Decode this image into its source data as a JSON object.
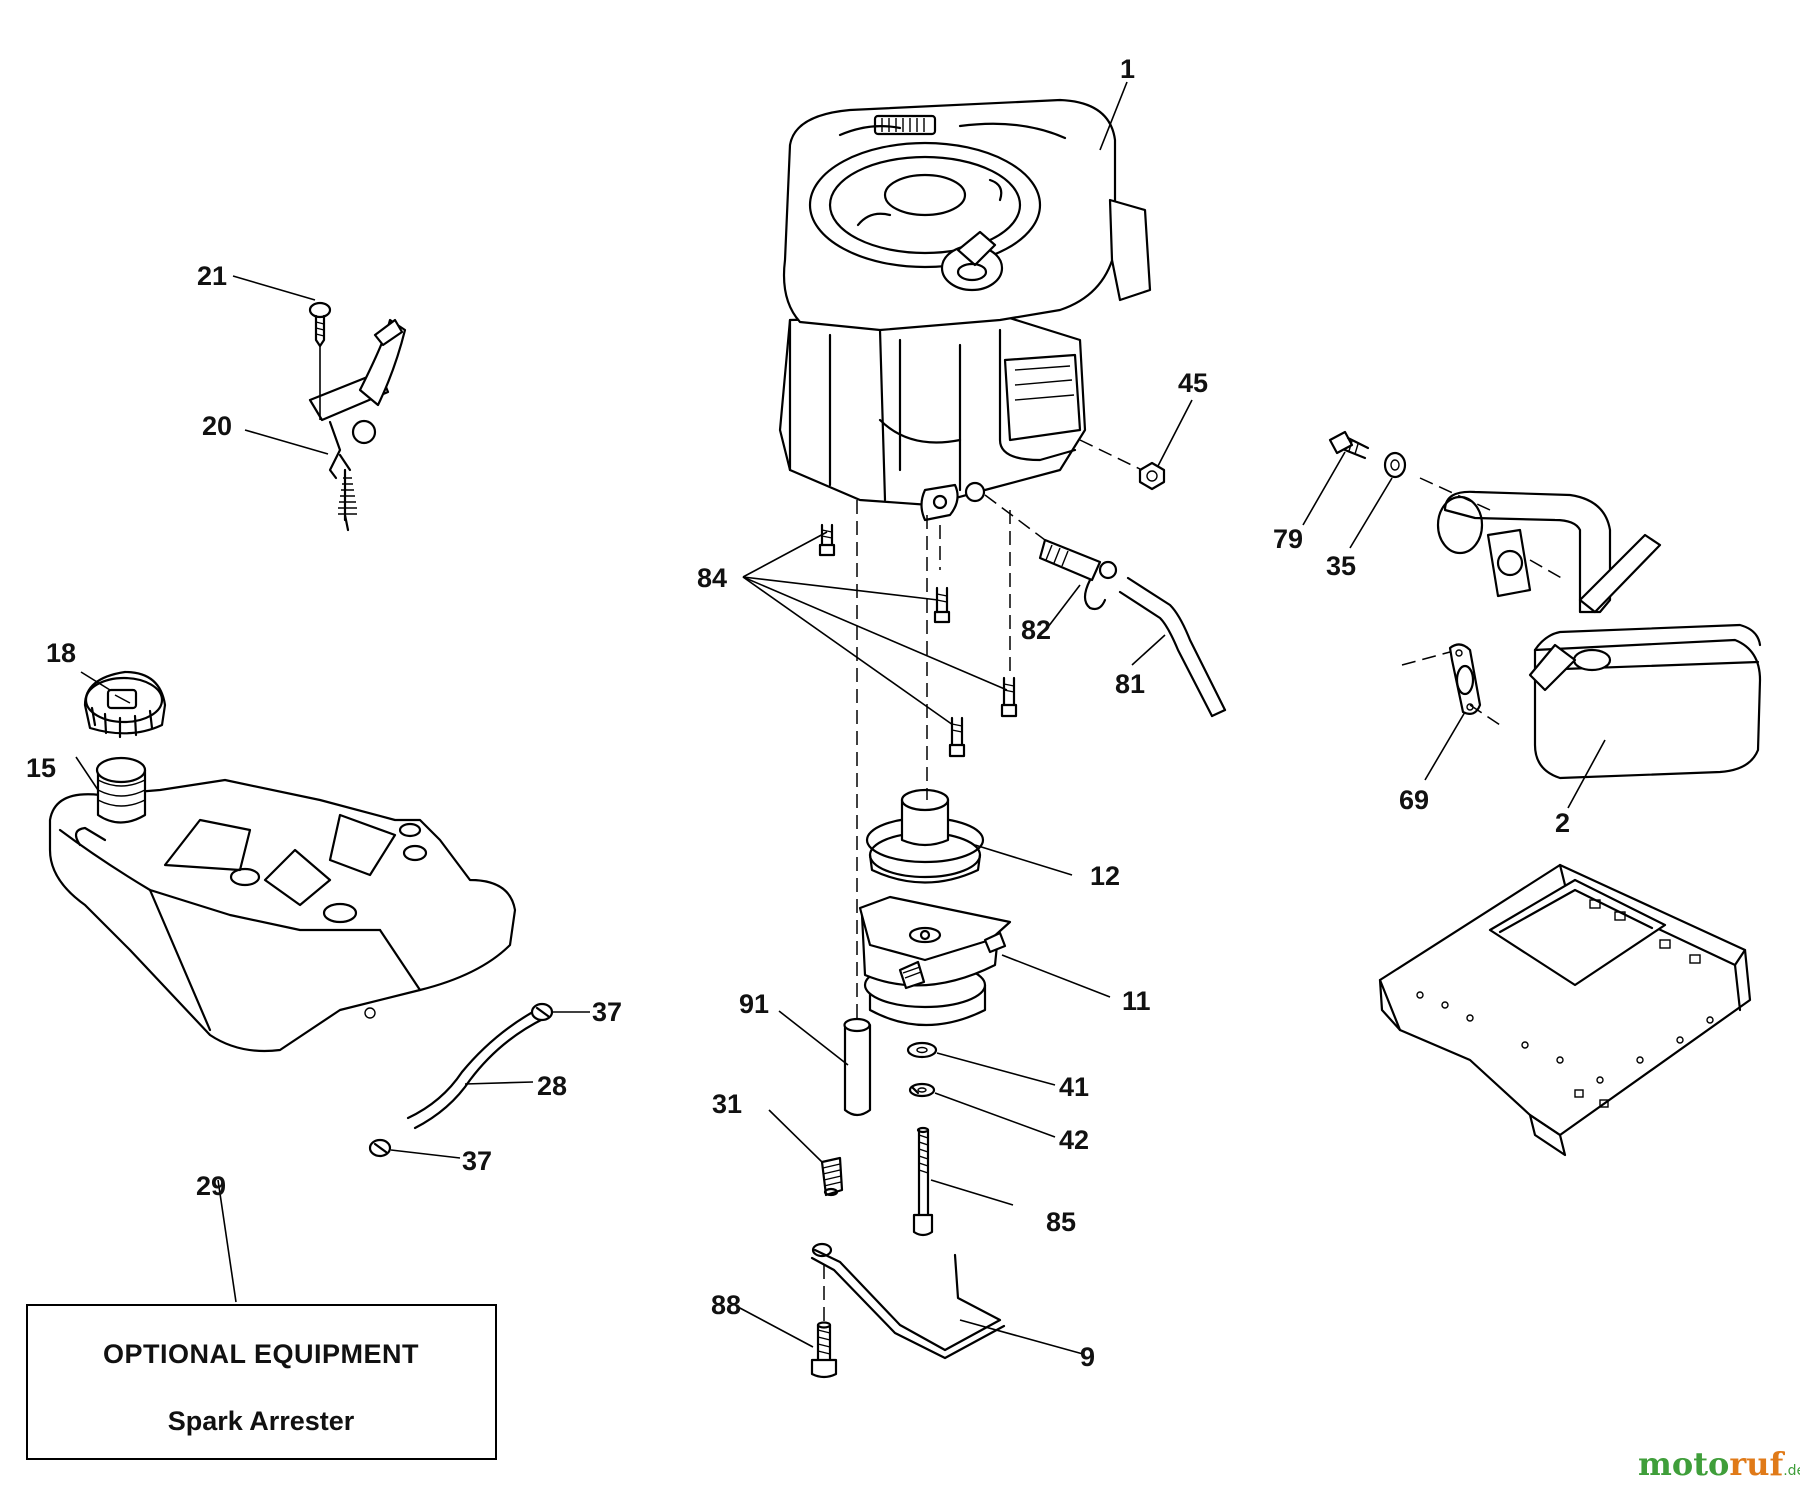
{
  "callouts": {
    "c1": "1",
    "c2": "2",
    "c9": "9",
    "c11": "11",
    "c12": "12",
    "c15": "15",
    "c18": "18",
    "c20": "20",
    "c21": "21",
    "c28": "28",
    "c29": "29",
    "c31": "31",
    "c35": "35",
    "c37a": "37",
    "c37b": "37",
    "c41": "41",
    "c42": "42",
    "c45": "45",
    "c69": "69",
    "c79": "79",
    "c81": "81",
    "c82": "82",
    "c84": "84",
    "c85": "85",
    "c88": "88",
    "c91": "91"
  },
  "optional_box": {
    "title": "OPTIONAL EQUIPMENT",
    "item": "Spark Arrester"
  },
  "watermark": {
    "part1": "moto",
    "part2": "ruf",
    "suffix": ".de"
  },
  "colors": {
    "line": "#000000",
    "watermark_green": "#3f9e3a",
    "watermark_orange": "#e07a18"
  }
}
